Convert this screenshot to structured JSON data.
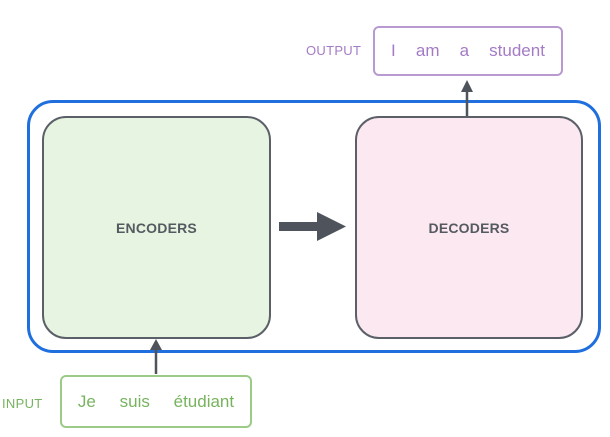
{
  "output": {
    "label": "OUTPUT",
    "tokens": [
      "I",
      "am",
      "a",
      "student"
    ]
  },
  "input": {
    "label": "INPUT",
    "tokens": [
      "Je",
      "suis",
      "étudiant"
    ]
  },
  "encoders": {
    "label": "ENCODERS"
  },
  "decoders": {
    "label": "DECODERS"
  },
  "colors": {
    "container_border": "#1f6fde",
    "encoder_fill": "#e7f4e1",
    "decoder_fill": "#fce8f1",
    "block_border": "#5b6068",
    "arrow": "#4f545c",
    "output_text": "#a47bc6",
    "input_text": "#77b35f"
  }
}
